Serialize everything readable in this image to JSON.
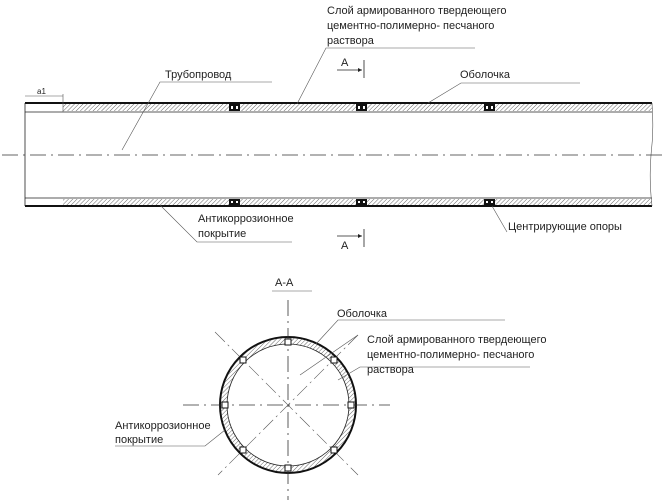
{
  "longitudinal_view": {
    "labels": {
      "layer_line1": "Слой армированного  твердеющего",
      "layer_line2": "цементно-полимерно- песчаного",
      "layer_line3": "раствора",
      "pipeline": "Трубопровод",
      "shell": "Оболочка",
      "anticorrosion_line1": "Антикоррозионное",
      "anticorrosion_line2": "покрытие",
      "supports": "Центрирующие опоры",
      "dimension": "a1",
      "section_mark_top": "A",
      "section_mark_bottom": "A"
    }
  },
  "cross_section": {
    "title": "А-А",
    "labels": {
      "shell": "Оболочка",
      "layer_line1": "Слой армированного  твердеющего",
      "layer_line2": "цементно-полимерно- песчаного",
      "layer_line3": "раствора",
      "anticorrosion_line1": "Антикоррозионное",
      "anticorrosion_line2": "покрытие"
    }
  }
}
